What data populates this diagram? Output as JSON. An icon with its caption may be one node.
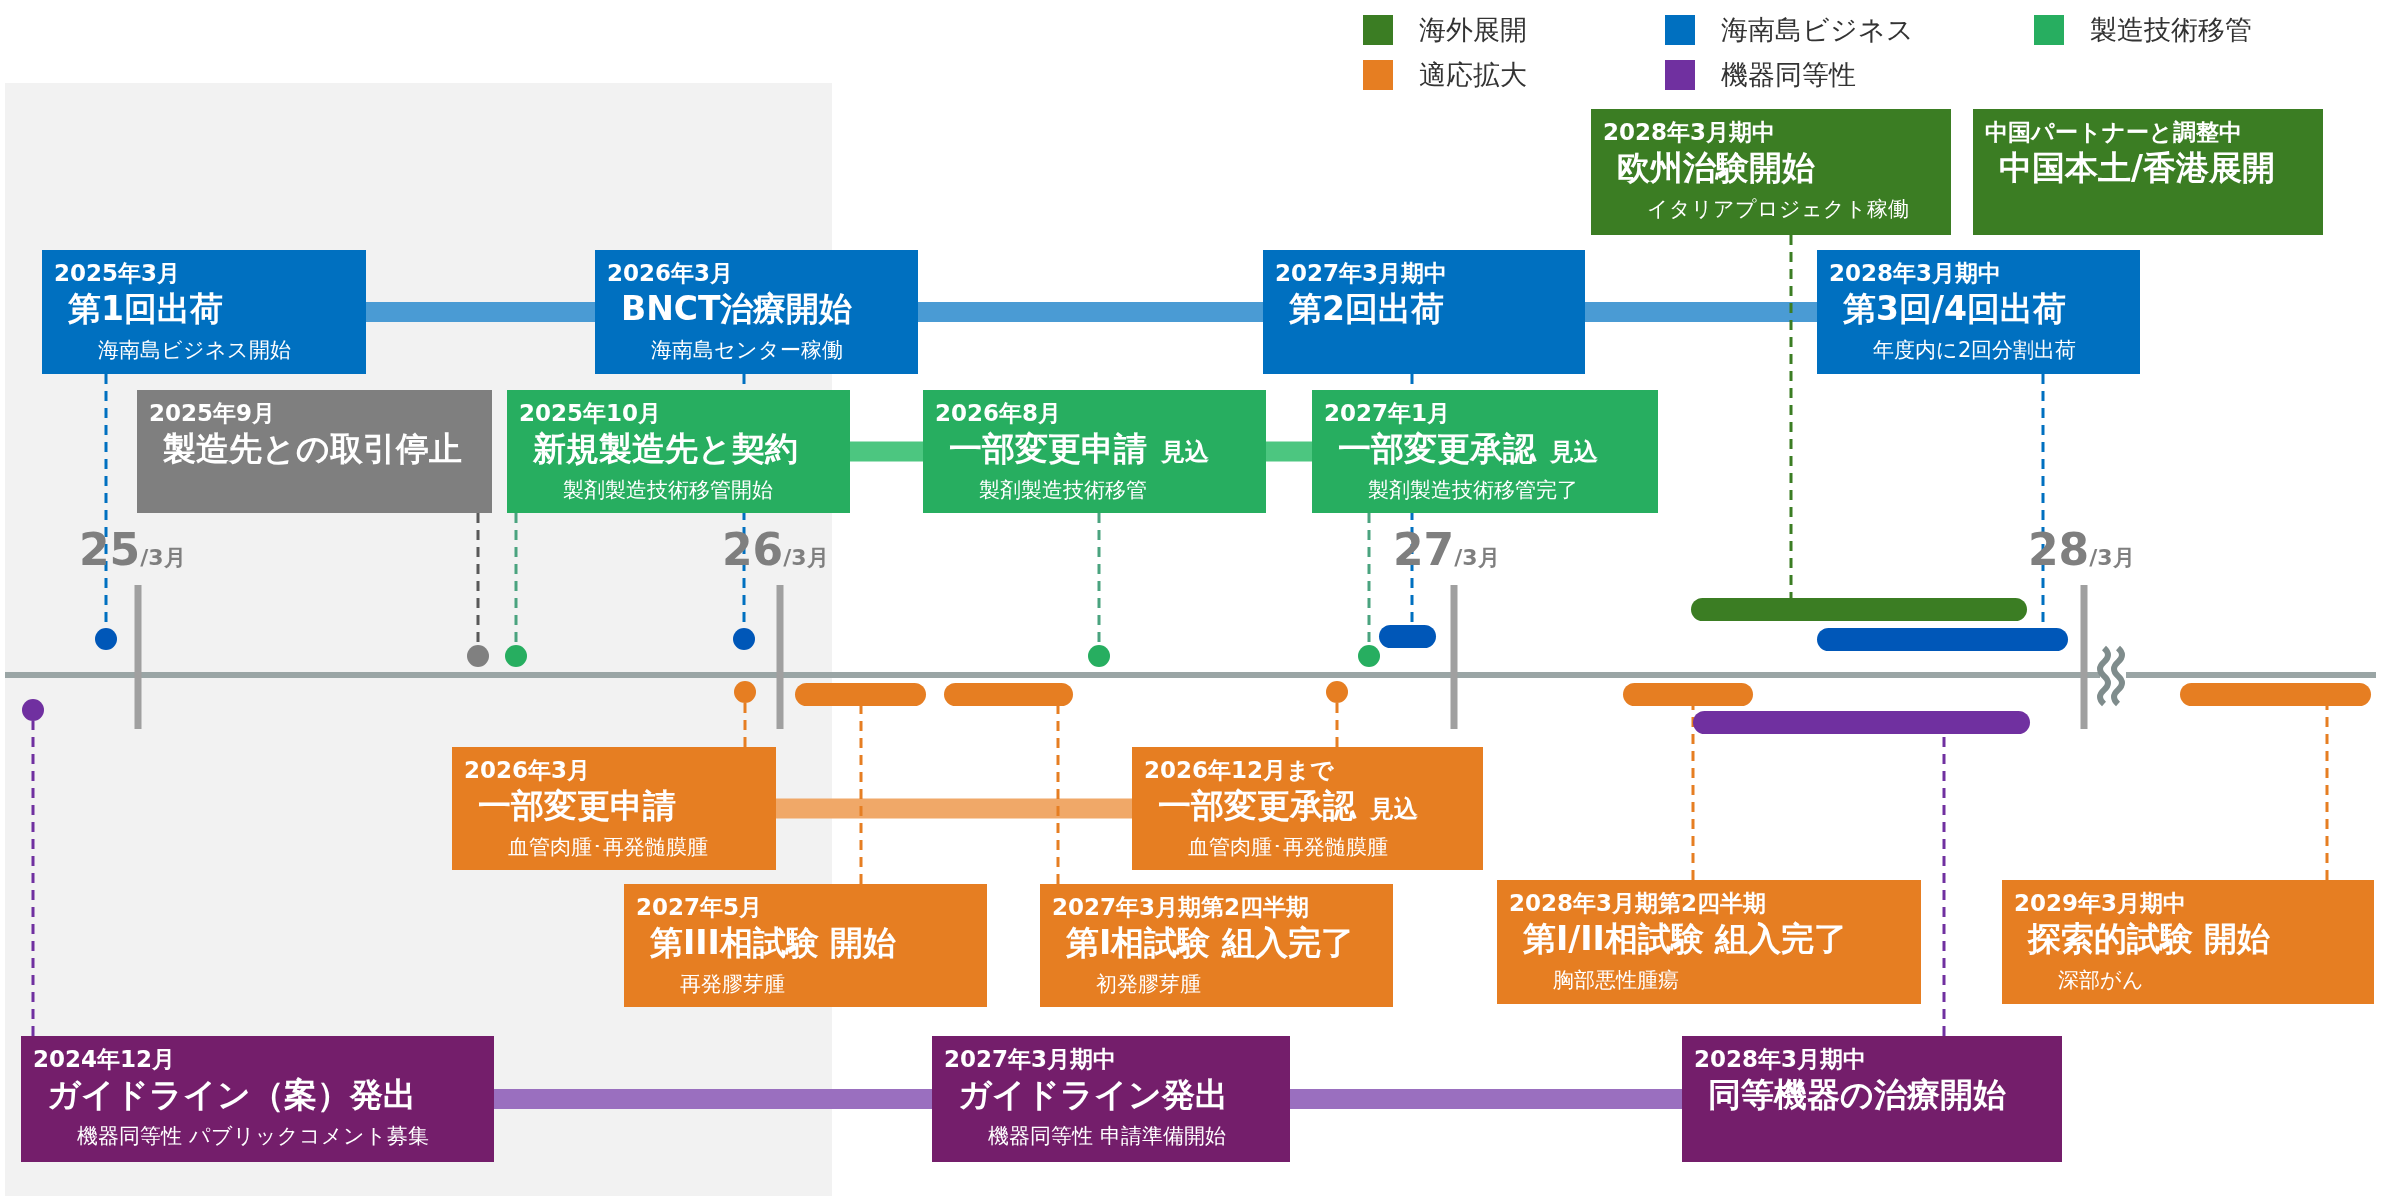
{
  "diagram": {
    "nodes": [
      {
        "text": [
          "2025年3月",
          "第1回出荷",
          "海南島ビジネス開始"
        ]
      },
      {
        "text": [
          "2026年3月",
          "BNCT治療開始",
          "海南島センター稼働"
        ]
      },
      {
        "text": [
          "2027年3月期中",
          "第2回出荷"
        ]
      },
      {
        "text": [
          "2028年3月期中",
          "第3回/4回出荷",
          "年度内に2回分割出荷"
        ]
      },
      {
        "text": [
          "2025年9月",
          "製造先との取引停止"
        ]
      },
      {
        "text": [
          "2025年10月",
          "新規製造先と契約",
          "製剤製造技術移管開始"
        ]
      },
      {
        "text": [
          "2026年8月",
          "一部変更申請",
          "見込",
          "製剤製造技術移管"
        ]
      },
      {
        "text": [
          "2027年1月",
          "一部変更承認",
          "見込",
          "製剤製造技術移管完了"
        ]
      },
      {
        "text": [
          "2028年3月期中",
          "欧州治験開始",
          "イタリアプロジェクト稼働"
        ]
      },
      {
        "text": [
          "中国パートナーと調整中",
          "中国本土/香港展開"
        ]
      },
      {
        "text": [
          "2026年3月",
          "一部変更申請",
          "血管肉腫･再発髄膜腫"
        ]
      },
      {
        "text": [
          "2026年12月まで",
          "一部変更承認",
          "見込",
          "血管肉腫･再発髄膜腫"
        ]
      },
      {
        "text": [
          "2027年5月",
          "第III相試験 開始",
          "再発膠芽腫"
        ]
      },
      {
        "text": [
          "2027年3月期第2四半期",
          "第I相試験 組入完了",
          "初発膠芽腫"
        ]
      },
      {
        "text": [
          "2028年3月期第2四半期",
          "第I/II相試験 組入完了",
          "胸部悪性腫瘍"
        ]
      },
      {
        "text": [
          "2029年3月期中",
          "探索的試験 開始",
          "深部がん"
        ]
      },
      {
        "text": [
          "2024年12月",
          "ガイドライン（案）発出",
          "機器同等性 パブリックコメント募集"
        ]
      },
      {
        "text": [
          "2027年3月期中",
          "ガイドライン発出",
          "機器同等性 申請準備開始"
        ]
      },
      {
        "text": [
          "2028年3月期中",
          "同等機器の治療開始"
        ]
      },
      {
        "text": [],
        "shape": "circle"
      },
      {
        "text": [],
        "shape": "circle"
      },
      {
        "text": [],
        "shape": "circle"
      },
      {
        "text": [],
        "shape": "circle"
      },
      {
        "text": [],
        "shape": "circle"
      },
      {
        "text": [],
        "shape": "circle"
      },
      {
        "text": [],
        "shape": "bar"
      },
      {
        "text": [],
        "shape": "bar"
      },
      {
        "text": [],
        "shape": "circle"
      },
      {
        "text": [],
        "shape": "circle"
      },
      {
        "text": [],
        "shape": "circle"
      },
      {
        "text": [],
        "shape": "bar"
      },
      {
        "text": [],
        "shape": "bar"
      },
      {
        "text": [],
        "shape": "bar"
      },
      {
        "text": [],
        "shape": "bar"
      },
      {
        "text": [],
        "shape": "bar"
      },
      {
        "text": [],
        "shape": "bar"
      }
    ],
    "edges": [
      {
        "from": 0,
        "to": 1,
        "arrow": "none",
        "style": "thick",
        "color": "#4a9bd4"
      },
      {
        "from": 1,
        "to": 2,
        "arrow": "none",
        "style": "thick",
        "color": "#4a9bd4"
      },
      {
        "from": 2,
        "to": 3,
        "arrow": "none",
        "style": "thick",
        "color": "#4a9bd4"
      },
      {
        "from": 5,
        "to": 6,
        "arrow": "none",
        "style": "thick",
        "color": "#4cc680"
      },
      {
        "from": 6,
        "to": 7,
        "arrow": "none",
        "style": "thick",
        "color": "#4cc680"
      },
      {
        "from": 10,
        "to": 11,
        "arrow": "none",
        "style": "thick",
        "color": "#f0a868"
      },
      {
        "from": 16,
        "to": 17,
        "arrow": "none",
        "style": "thick",
        "color": "#9a6fbf"
      },
      {
        "from": 17,
        "to": 18,
        "arrow": "none",
        "style": "thick",
        "color": "#9a6fbf"
      },
      {
        "from": 0,
        "to": 20,
        "arrow": "none",
        "style": "dashed",
        "color": "#0070c0"
      },
      {
        "from": 1,
        "to": 23,
        "arrow": "none",
        "style": "dashed",
        "color": "#0070c0"
      },
      {
        "from": 2,
        "to": 30,
        "arrow": "none",
        "style": "dashed",
        "color": "#0070c0"
      },
      {
        "from": 3,
        "to": 34,
        "arrow": "none",
        "style": "dashed",
        "color": "#0070c0"
      },
      {
        "from": 4,
        "to": 21,
        "arrow": "none",
        "style": "dashed",
        "color": "#595959"
      },
      {
        "from": 5,
        "to": 22,
        "arrow": "none",
        "style": "dashed",
        "color": "#4aa37f"
      },
      {
        "from": 6,
        "to": 27,
        "arrow": "none",
        "style": "dashed",
        "color": "#4aa37f"
      },
      {
        "from": 7,
        "to": 29,
        "arrow": "none",
        "style": "dashed",
        "color": "#4aa37f"
      },
      {
        "from": 8,
        "to": 32,
        "arrow": "none",
        "style": "dashed",
        "color": "#3b7d23"
      },
      {
        "from": 10,
        "to": 24,
        "arrow": "none",
        "style": "dashed",
        "color": "#e67e22"
      },
      {
        "from": 11,
        "to": 28,
        "arrow": "none",
        "style": "dashed",
        "color": "#e67e22"
      },
      {
        "from": 12,
        "to": 25,
        "arrow": "none",
        "style": "dashed",
        "color": "#e67e22"
      },
      {
        "from": 13,
        "to": 26,
        "arrow": "none",
        "style": "dashed",
        "color": "#e67e22"
      },
      {
        "from": 14,
        "to": 31,
        "arrow": "none",
        "style": "dashed",
        "color": "#e67e22"
      },
      {
        "from": 15,
        "to": 35,
        "arrow": "none",
        "style": "dashed",
        "color": "#e67e22"
      },
      {
        "from": 16,
        "to": 19,
        "arrow": "none",
        "style": "dashed",
        "color": "#7030a0"
      },
      {
        "from": 18,
        "to": 33,
        "arrow": "none",
        "style": "dashed",
        "color": "#7030a0"
      }
    ],
    "labels": [
      "25",
      "/3月",
      "26",
      "/3月",
      "27",
      "/3月",
      "28",
      "/3月"
    ],
    "legend": [
      {
        "text": "海外展開",
        "color": "#3b7d23"
      },
      {
        "text": "海南島ビジネス",
        "color": "#0070c0"
      },
      {
        "text": "製造技術移管",
        "color": "#27ae60"
      },
      {
        "text": "適応拡大",
        "color": "#e67e22"
      },
      {
        "text": "機器同等性",
        "color": "#7030a0"
      }
    ]
  }
}
